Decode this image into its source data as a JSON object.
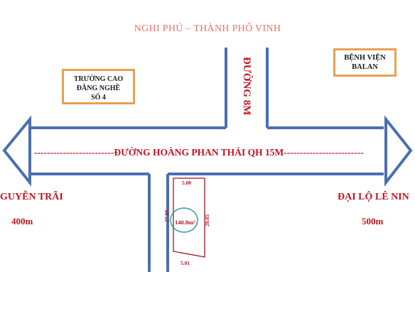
{
  "title": "NGHI PHÚ – THÀNH PHỐ VINH",
  "school": {
    "line1": "TRƯỜNG CAO",
    "line2": "ĐẲNG NGHỀ",
    "line3": "SỐ 4"
  },
  "hospital": {
    "line1": "BỆNH VIỆN",
    "line2": "BALAN"
  },
  "roads": {
    "main": "-------------------------ĐƯỜNG  HOÀNG PHAN THÁI QH 15M-------------------------",
    "side": "ĐƯỜNG 8M"
  },
  "left": {
    "name": "GUYỄN TRÃI",
    "distance": "400m"
  },
  "right": {
    "name": "ĐẠI LỘ LÊ NIN",
    "distance": "500m"
  },
  "lot": {
    "top": "5.00",
    "bottom": "5.01",
    "right_side": "28.85",
    "left_side": "27.80",
    "area": "140.8m²"
  },
  "colors": {
    "road": "#4a6fb0",
    "lot": "#a01020",
    "label": "#c0141e",
    "area_circle": "#2aa39a",
    "title": "#e8726b",
    "box_border": "#e8a050"
  }
}
